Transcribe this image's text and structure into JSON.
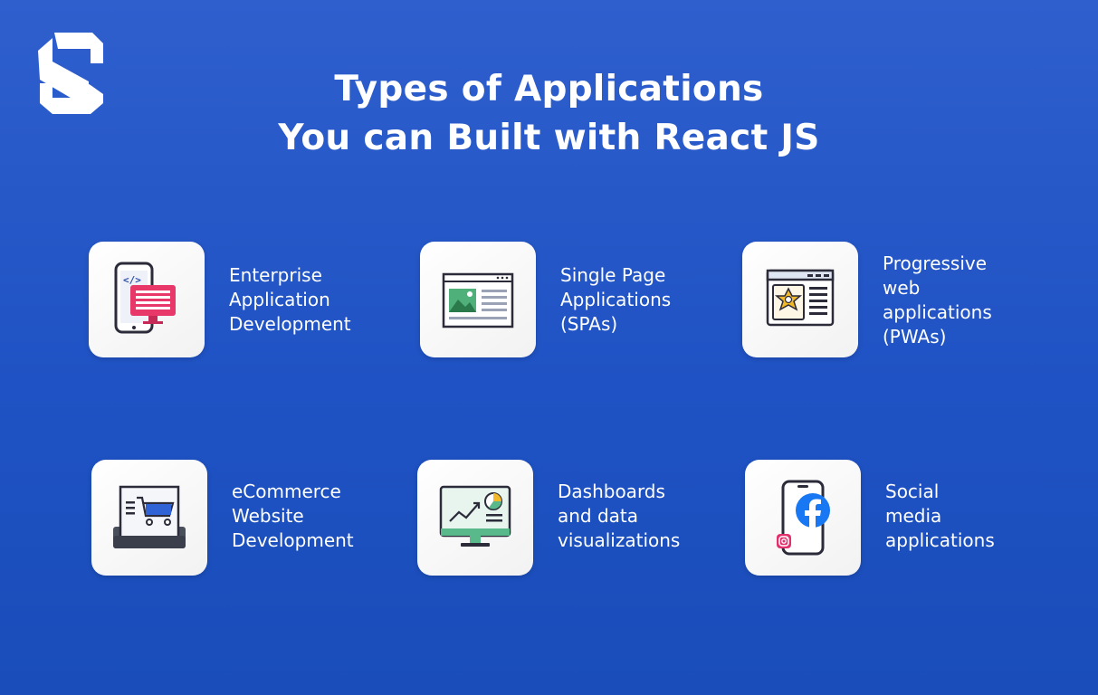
{
  "title": {
    "line1": "Types of Applications",
    "line2": "You can Built with React JS"
  },
  "logo": {
    "icon": "s-logo-icon",
    "color": "#ffffff"
  },
  "colors": {
    "background": "#2458c8",
    "card": "#ffffff",
    "text": "#ffffff"
  },
  "items": [
    {
      "icon": "enterprise-app-icon",
      "lines": [
        "Enterprise",
        "Application",
        "Development"
      ]
    },
    {
      "icon": "single-page-app-icon",
      "lines": [
        "Single Page",
        "Applications",
        "(SPAs)"
      ]
    },
    {
      "icon": "pwa-icon",
      "lines": [
        "Progressive",
        "web",
        "applications",
        "(PWAs)"
      ]
    },
    {
      "icon": "ecommerce-cart-icon",
      "lines": [
        "eCommerce",
        "Website",
        "Development"
      ]
    },
    {
      "icon": "dashboard-chart-icon",
      "lines": [
        "Dashboards",
        "and data",
        "visualizations"
      ]
    },
    {
      "icon": "social-media-phone-icon",
      "lines": [
        "Social",
        "media",
        "applications"
      ]
    }
  ]
}
